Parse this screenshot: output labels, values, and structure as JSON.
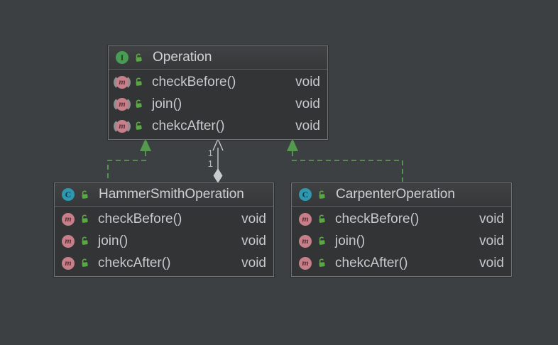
{
  "diagram": {
    "background": "#3d4042",
    "kind": "uml-class-diagram"
  },
  "colors": {
    "node_border": "#6e7173",
    "node_header_bg": "#3a3c3e",
    "node_body_bg": "#323436",
    "text": "#c7cacc",
    "realization_green": "#5ea65a",
    "association_gray": "#c6c9cb",
    "interface_icon_bg": "#499c54",
    "class_icon_bg": "#2f97ae",
    "method_icon_bg": "#c77f8a",
    "lock_green": "#5da647"
  },
  "icons": {
    "method_letter": "m",
    "visibility": "public-open-lock"
  },
  "classes": [
    {
      "kind": "interface",
      "icon_letter": "I",
      "name": "Operation",
      "methods": [
        {
          "name": "checkBefore()",
          "type": "void"
        },
        {
          "name": "join()",
          "type": "void"
        },
        {
          "name": "chekcAfter()",
          "type": "void"
        }
      ]
    },
    {
      "kind": "class",
      "icon_letter": "C",
      "name": "HammerSmithOperation",
      "methods": [
        {
          "name": "checkBefore()",
          "type": "void"
        },
        {
          "name": "join()",
          "type": "void"
        },
        {
          "name": "chekcAfter()",
          "type": "void"
        }
      ]
    },
    {
      "kind": "class",
      "icon_letter": "C",
      "name": "CarpenterOperation",
      "methods": [
        {
          "name": "checkBefore()",
          "type": "void"
        },
        {
          "name": "join()",
          "type": "void"
        },
        {
          "name": "chekcAfter()",
          "type": "void"
        }
      ]
    }
  ],
  "edges": {
    "realizations": [
      {
        "from": "HammerSmithOperation",
        "to": "Operation",
        "style": "green-dashed-triangle"
      },
      {
        "from": "CarpenterOperation",
        "to": "Operation",
        "style": "green-dashed-triangle"
      }
    ],
    "association": {
      "from": "HammerSmithOperation",
      "to": "Operation",
      "style": "solid-open-arrow-diamond",
      "multiplicities": [
        "1",
        "1"
      ]
    }
  }
}
